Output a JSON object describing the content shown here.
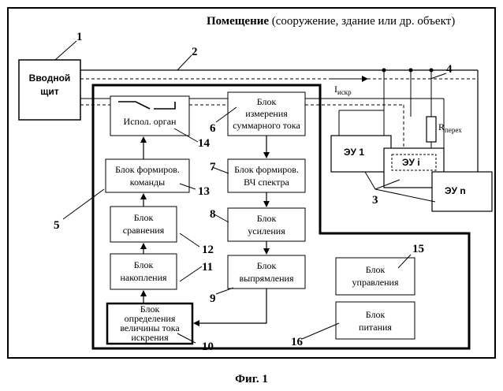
{
  "title": {
    "bold": "Помещение",
    "rest": " (сооружение, здание или др. объект)"
  },
  "figure_caption": "Фиг. 1",
  "current_label": {
    "main": "I",
    "sub": "искр"
  },
  "resistor_label": {
    "main": "R",
    "sub": "перех"
  },
  "blocks": {
    "vvodnoy_shchit": [
      "Вводной",
      "щит"
    ],
    "ispol_organ": [
      "Испол. орган"
    ],
    "izmereniya": [
      "Блок",
      "измерения",
      "суммарного тока"
    ],
    "formirov_komandy": [
      "Блок формиров.",
      "команды"
    ],
    "formirov_vch": [
      "Блок формиров.",
      "ВЧ спектра"
    ],
    "sravneniya": [
      "Блок",
      "сравнения"
    ],
    "usileniya": [
      "Блок",
      "усиления"
    ],
    "nakopleniya": [
      "Блок",
      "накопления"
    ],
    "vypryamleniya": [
      "Блок",
      "выпрямления"
    ],
    "opredeleniya": [
      "Блок",
      "определения",
      "величины тока",
      "искрения"
    ],
    "upravleniya": [
      "Блок",
      "управления"
    ],
    "pitaniya": [
      "Блок",
      "питания"
    ],
    "eu1": "ЭУ 1",
    "eui": "ЭУ i",
    "eun": "ЭУ n"
  },
  "numbers": [
    "1",
    "2",
    "3",
    "4",
    "5",
    "6",
    "7",
    "8",
    "9",
    "10",
    "11",
    "12",
    "13",
    "14",
    "15",
    "16"
  ]
}
